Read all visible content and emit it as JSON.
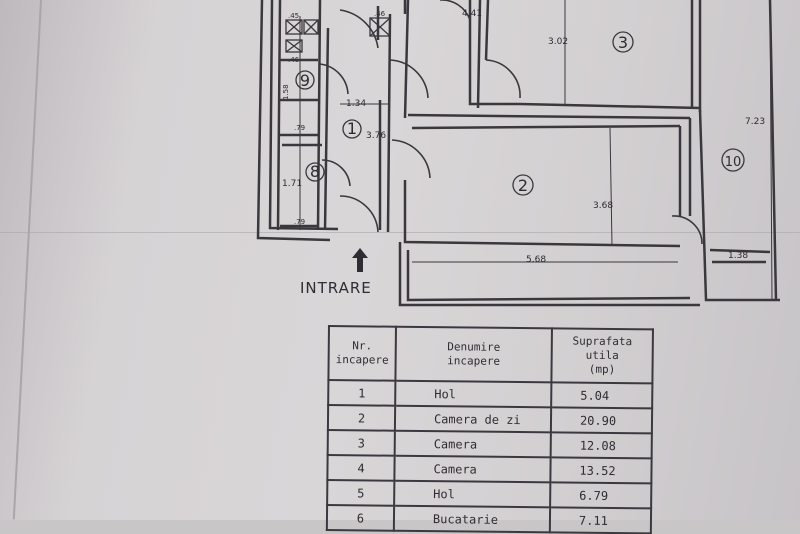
{
  "plan": {
    "rooms": [
      {
        "num": "1",
        "label": "①"
      },
      {
        "num": "2",
        "label": "②"
      },
      {
        "num": "3",
        "label": "③"
      },
      {
        "num": "8",
        "label": "⑧"
      },
      {
        "num": "9",
        "label": "⑨"
      },
      {
        "num": "10",
        "label": "⑩"
      }
    ],
    "dimensions": {
      "d_441": "4.41",
      "d_302": "3.02",
      "d_723": "7.23",
      "d_134": "1.34",
      "d_376": "3.76",
      "d_368": "3.68",
      "d_568": "5.68",
      "d_138": "1.38",
      "d_171": "1.71",
      "d_79a": ".79",
      "d_79b": ".79",
      "d_45": ".45",
      "d_46a": ".46",
      "d_46b": ".46",
      "d_158": "1.58"
    },
    "entrance_label": "INTRARE"
  },
  "table": {
    "headers": {
      "col1": [
        "Nr.",
        "incapere"
      ],
      "col2": [
        "Denumire",
        "incapere"
      ],
      "col3": [
        "Suprafata utila",
        "(mp)"
      ]
    },
    "rows": [
      {
        "nr": "1",
        "name": "Hol",
        "area": "5.04"
      },
      {
        "nr": "2",
        "name": "Camera de zi",
        "area": "20.90"
      },
      {
        "nr": "3",
        "name": "Camera",
        "area": "12.08"
      },
      {
        "nr": "4",
        "name": "Camera",
        "area": "13.52"
      },
      {
        "nr": "5",
        "name": "Hol",
        "area": "6.79"
      },
      {
        "nr": "6",
        "name": "Bucatarie",
        "area": "7.11"
      }
    ]
  }
}
